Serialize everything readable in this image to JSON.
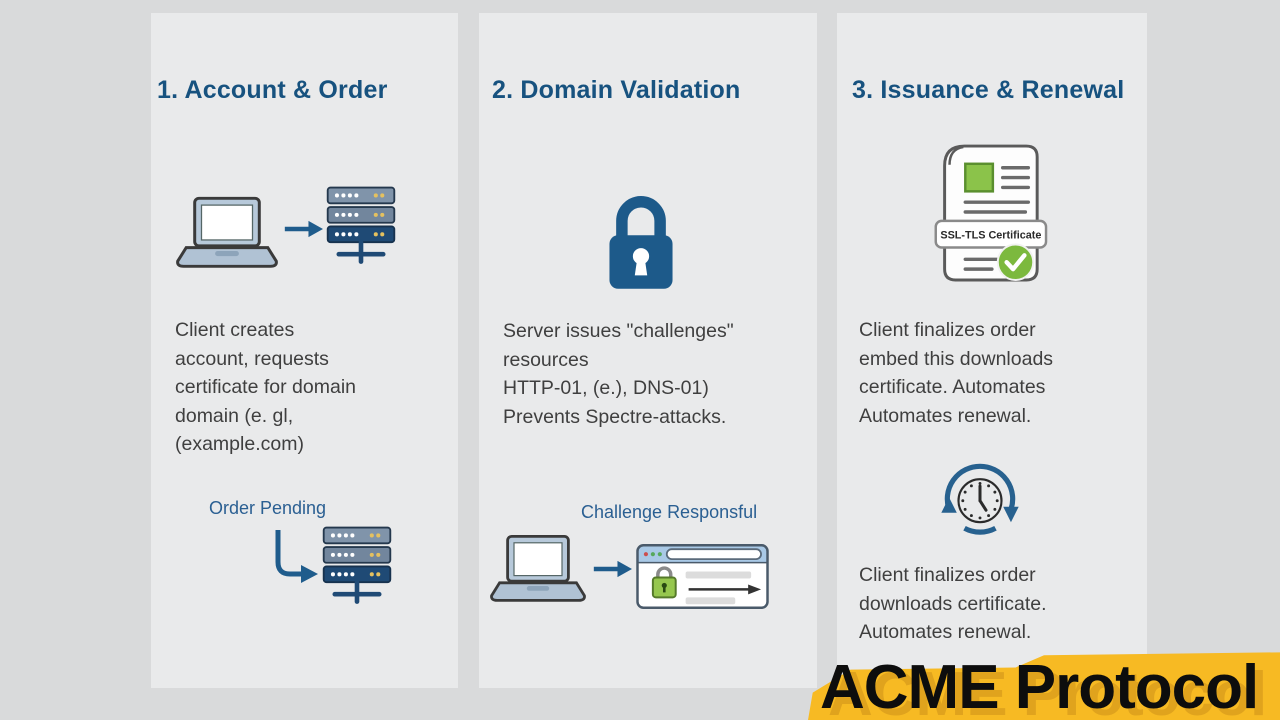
{
  "page": {
    "background": "#d9dadb",
    "panel_background": "#e9eaeb"
  },
  "colors": {
    "heading_blue": "#17527f",
    "body_text": "#3f3f3f",
    "caption_blue": "#2a5f92",
    "icon_blue": "#1d5a8a",
    "server_dark_blue": "#1f4a75",
    "green": "#7cb93e",
    "banner_yellow": "#f7ba23",
    "banner_text": "#0d0d0d"
  },
  "columns": [
    {
      "title": "1. Account & Order",
      "body": "Client creates\naccount, requests\ncertificate for domain\ndomain (e. gl,\n(example.com)",
      "caption": "Order Pending"
    },
    {
      "title": "2. Domain Validation",
      "body": "Server issues \"challenges\"\nresources\nHTTP-01, (e.), DNS-01)\nPrevents Spectre-attacks.",
      "caption": "Challenge Responsful"
    },
    {
      "title": "3. Issuance & Renewal",
      "body_top": "Client finalizes order\nembed this downloads\ncertificate. Automates\nAutomates renewal.",
      "body_bottom": "Client finalizes order\ndownloads certificate.\nAutomates renewal.",
      "certificate_label": "SSL-TLS Certificate"
    }
  ],
  "banner": {
    "title": "ACME Protocol"
  }
}
